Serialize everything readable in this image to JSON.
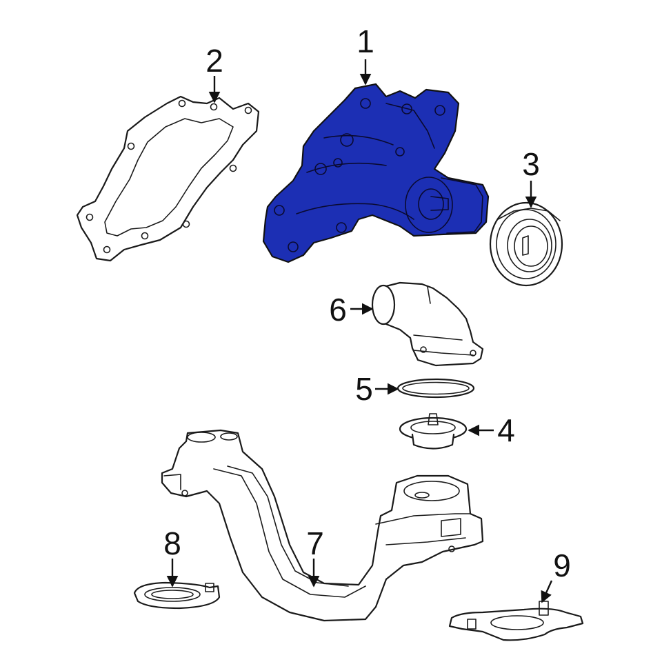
{
  "colors": {
    "highlight": "#1c2fb4",
    "line": "#1a1a1a",
    "background": "#ffffff"
  },
  "callouts": [
    {
      "id": "1",
      "label": "1"
    },
    {
      "id": "2",
      "label": "2"
    },
    {
      "id": "3",
      "label": "3"
    },
    {
      "id": "4",
      "label": "4"
    },
    {
      "id": "5",
      "label": "5"
    },
    {
      "id": "6",
      "label": "6"
    },
    {
      "id": "7",
      "label": "7"
    },
    {
      "id": "8",
      "label": "8"
    },
    {
      "id": "9",
      "label": "9"
    }
  ]
}
